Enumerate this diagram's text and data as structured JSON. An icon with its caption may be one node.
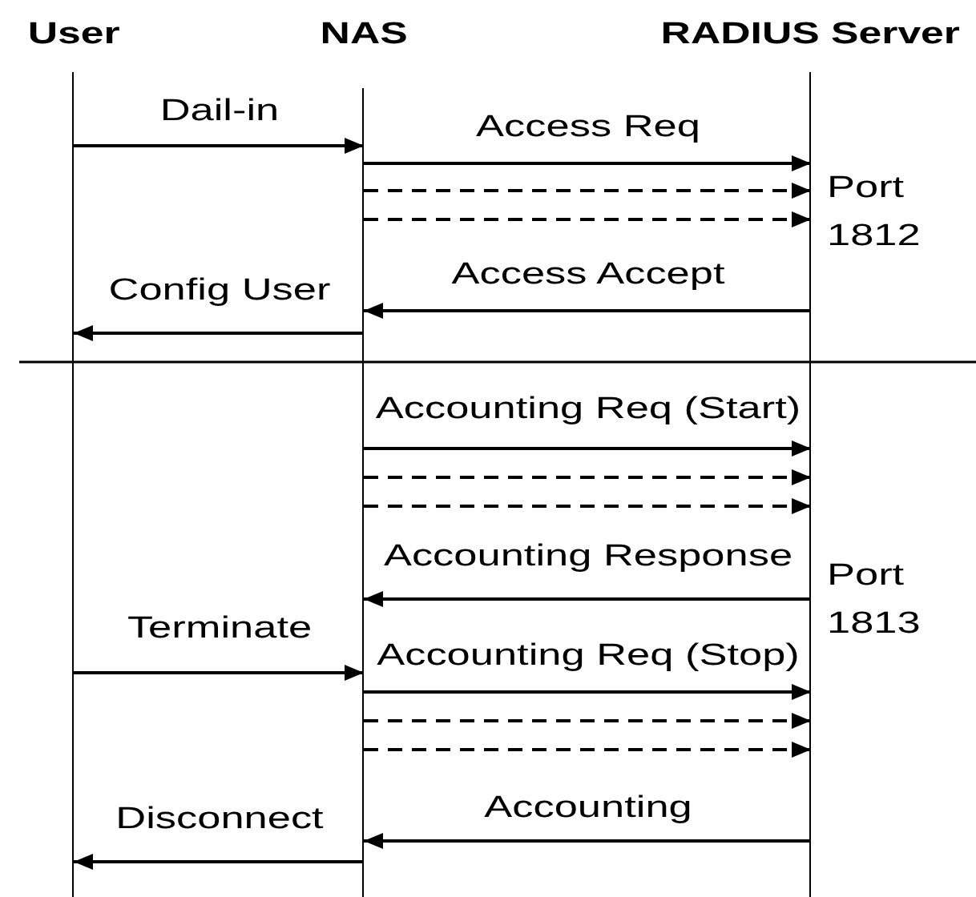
{
  "diagram": {
    "nodes": [
      {
        "text": [
          "User"
        ]
      },
      {
        "text": [
          "NAS"
        ]
      },
      {
        "text": [
          "RADIUS Server"
        ]
      }
    ],
    "edges": [
      {
        "from": 0,
        "to": 1,
        "arrow": "to",
        "label": "Dail-in"
      },
      {
        "from": 1,
        "to": 2,
        "arrow": "to",
        "label": "Access Req"
      },
      {
        "from": 1,
        "to": 2,
        "arrow": "to",
        "style": "dashed"
      },
      {
        "from": 1,
        "to": 2,
        "arrow": "to",
        "style": "dashed"
      },
      {
        "from": 2,
        "to": 1,
        "arrow": "to",
        "label": "Access Accept"
      },
      {
        "from": 1,
        "to": 0,
        "arrow": "to",
        "label": "Config User"
      },
      {
        "from": 1,
        "to": 2,
        "arrow": "to",
        "label": "Accounting Req (Start)"
      },
      {
        "from": 1,
        "to": 2,
        "arrow": "to",
        "style": "dashed"
      },
      {
        "from": 1,
        "to": 2,
        "arrow": "to",
        "style": "dashed"
      },
      {
        "from": 2,
        "to": 1,
        "arrow": "to",
        "label": "Accounting Response"
      },
      {
        "from": 0,
        "to": 1,
        "arrow": "to",
        "label": "Terminate"
      },
      {
        "from": 1,
        "to": 2,
        "arrow": "to",
        "label": "Accounting Req (Stop)"
      },
      {
        "from": 1,
        "to": 2,
        "arrow": "to",
        "style": "dashed"
      },
      {
        "from": 1,
        "to": 2,
        "arrow": "to",
        "style": "dashed"
      },
      {
        "from": 2,
        "to": 1,
        "arrow": "to",
        "label": "Accounting"
      },
      {
        "from": 1,
        "to": 0,
        "arrow": "to",
        "label": "Disconnect"
      }
    ],
    "labels": [
      "Port 1812",
      "Port 1813"
    ]
  }
}
